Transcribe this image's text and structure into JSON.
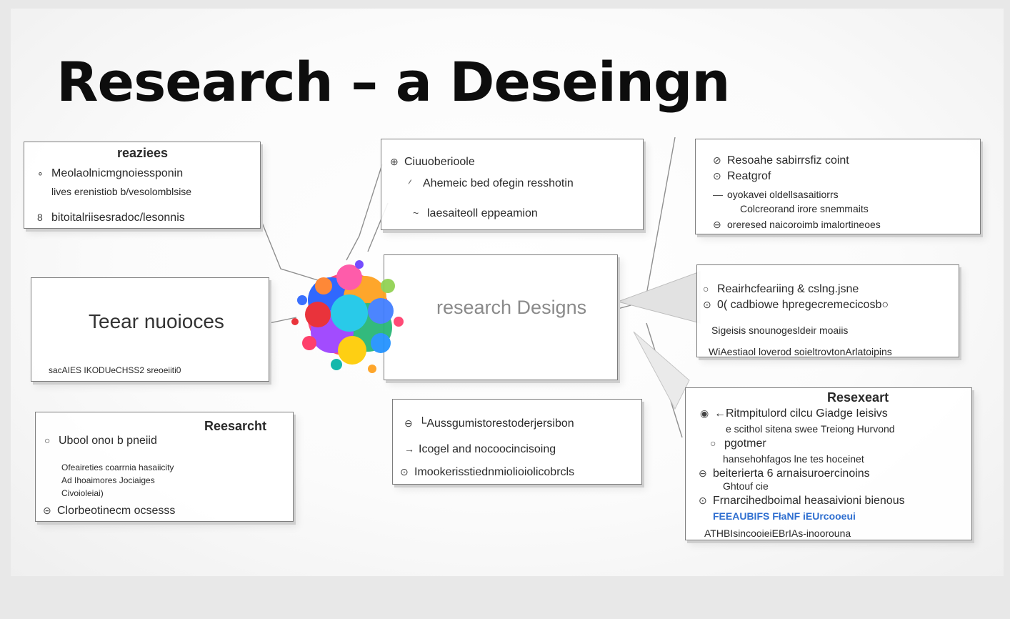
{
  "title": "Research – a Deseingn",
  "center_label": "research Designs",
  "colors": {
    "title": "#0d0d0d",
    "box_border": "#7d7d7d",
    "connector": "#8f8f8f",
    "accent": "#2f6fd0"
  },
  "icons": {
    "hub": "colorful-paint-splash"
  },
  "boxes": {
    "top_left": {
      "heading": "reaziees",
      "rows": [
        {
          "bullet": "∘",
          "text": "Meolaolnicmgnoiessponin"
        },
        {
          "bullet": "",
          "text": "lives erenistiob b/vesolomblsise"
        },
        {
          "bullet": "8",
          "text": "bitoitalriisesradoc/lesonnis"
        }
      ]
    },
    "top_middle": {
      "rows": [
        {
          "bullet": "⊕",
          "text": "Ciuuoberioole"
        },
        {
          "bullet": "⁄",
          "text": "Ahemeic bed ofegin resshotin"
        },
        {
          "bullet": "~",
          "text": "laesaiteoll eppeamion"
        }
      ]
    },
    "top_right": {
      "rows": [
        {
          "bullet": "⊘",
          "text": "Resoahe sabirrsfiz coint"
        },
        {
          "bullet": "⊙",
          "text": "Reatgrof"
        },
        {
          "bullet": "—",
          "text": "oyokavei oldellsasaitiorrs"
        },
        {
          "bullet": "",
          "text": "Colcreorand irore snemmaits"
        },
        {
          "bullet": "⊖",
          "text": "oreresed naicoroimb imalortineoes"
        }
      ]
    },
    "middle_left": {
      "heading": "Teear nuoioces",
      "footer": "sacAIES IKODUeCHSS2 sreoeiiti0"
    },
    "middle_right": {
      "rows": [
        {
          "bullet": "○",
          "text": "Reairhcfeariing & cslng.jsne"
        },
        {
          "bullet": "⊙",
          "text": "0( cadbiowe hpregecremecicosb○"
        },
        {
          "bullet": "",
          "text": "Sigeisis snounogesldeir moaiis"
        },
        {
          "bullet": "",
          "text": "WiAestiaol loverod soieltrovtonArlatoipins"
        }
      ]
    },
    "bottom_left": {
      "heading": "Reesarcht",
      "rows": [
        {
          "bullet": "○",
          "text": "Ubool onoı b pneiid"
        },
        {
          "bullet": "",
          "text": "Ofeaireties coarrnia hasaiicity"
        },
        {
          "bullet": "",
          "text": "Ad Ihoaimores Jociaiges"
        },
        {
          "bullet": "",
          "text": "Civoioleiai)"
        },
        {
          "bullet": "⊝",
          "text": "Clorbeotinecm ocsesss"
        }
      ]
    },
    "bottom_middle": {
      "rows": [
        {
          "bullet": "⊖",
          "text": "└Aussgumistorestoderjersibon"
        },
        {
          "bullet": "→",
          "text": "Icogel and nocoocincisoing"
        },
        {
          "bullet": "⊙",
          "text": "Imookerisstiednmiolioiolicobrcls"
        }
      ]
    },
    "bottom_right": {
      "heading": "Resexeart",
      "rows": [
        {
          "bullet": "◉",
          "text": "←Ritmpitulord cilcu Giadge Ieisivs"
        },
        {
          "bullet": "",
          "text": "e scithol sitena swee Treiong Hurvond"
        },
        {
          "bullet": "○",
          "text": "pgotmer"
        },
        {
          "bullet": "",
          "text": "hansehohfagos lne tes hoceinet"
        },
        {
          "bullet": "⊖",
          "text": "beiterierta 6 arnaisuroercinoins"
        },
        {
          "bullet": "",
          "text": "Ghtouf cie"
        },
        {
          "bullet": "⊙",
          "text": "Frnarcihedboimal heasaivioni bienous"
        },
        {
          "bullet": "",
          "text": "FEEAUBIFS FłaNF iEUrcooeui"
        },
        {
          "bullet": "",
          "text": "ATHBIsincooieiEBrIAs-inoorouna"
        }
      ]
    }
  }
}
